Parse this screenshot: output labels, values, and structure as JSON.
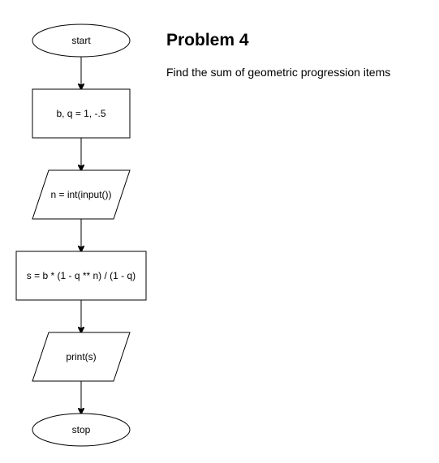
{
  "title": "Problem 4",
  "description": "Find the sum of geometric progression items",
  "flowchart": {
    "nodes": [
      {
        "name": "start-terminal",
        "shape": "terminal",
        "text": "start"
      },
      {
        "name": "assign-process",
        "shape": "process",
        "text": "b, q = 1, -.5"
      },
      {
        "name": "input-io",
        "shape": "io",
        "text": "n = int(input())"
      },
      {
        "name": "compute-process",
        "shape": "process",
        "text": "s = b * (1 - q ** n) / (1 - q)"
      },
      {
        "name": "print-io",
        "shape": "io",
        "text": "print(s)"
      },
      {
        "name": "stop-terminal",
        "shape": "terminal",
        "text": "stop"
      }
    ]
  }
}
